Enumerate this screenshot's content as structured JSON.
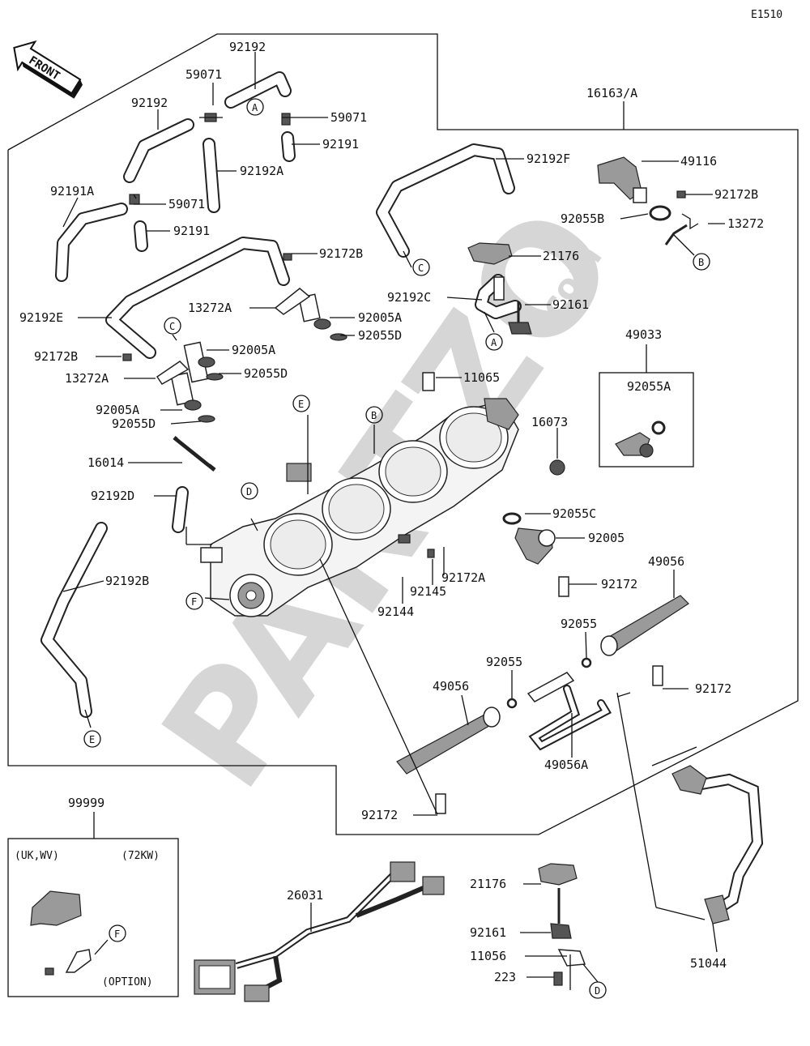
{
  "diagram_code": "E1510",
  "front_label": "FRONT",
  "watermark": {
    "main": "PARTZO",
    "suffix": ".com"
  },
  "parts": {
    "p92192_top": "92192",
    "p59071_a": "59071",
    "p92192_left": "92192",
    "p59071_b": "59071",
    "p92191_a": "92191",
    "p92192a": "92192A",
    "p92191a": "92191A",
    "p59071_c": "59071",
    "p92191_b": "92191",
    "p16163a": "16163/A",
    "p92192f": "92192F",
    "p49116": "49116",
    "p92172b_r": "92172B",
    "p92055b": "92055B",
    "p13272": "13272",
    "p21176_a": "21176",
    "p92192c": "92192C",
    "p92161_a": "92161",
    "p92172b_m": "92172B",
    "p13272a_a": "13272A",
    "p92005a_a": "92005A",
    "p92055d_a": "92055D",
    "p92192e": "92192E",
    "p92005a_b": "92005A",
    "p92172b_l": "92172B",
    "p92055d_b": "92055D",
    "p13272a_b": "13272A",
    "p49033": "49033",
    "p11065": "11065",
    "p92055a": "92055A",
    "p92005a_c": "92005A",
    "p92055d_c": "92055D",
    "p16073": "16073",
    "p16014": "16014",
    "p92192d": "92192D",
    "p92055c": "92055C",
    "p92005": "92005",
    "p49056_r": "49056",
    "p92192b": "92192B",
    "p92172a": "92172A",
    "p92145": "92145",
    "p92144": "92144",
    "p92172_a": "92172",
    "p92055_a": "92055",
    "p92055_b": "92055",
    "p49056_l": "49056",
    "p92172_b": "92172",
    "p49056a": "49056A",
    "p92172_c": "92172",
    "p99999": "99999",
    "p26031": "26031",
    "p21176_b": "21176",
    "p92161_b": "92161",
    "p11056": "11056",
    "p223": "223",
    "p51044": "51044"
  },
  "option_box": {
    "left": "(UK,WV)",
    "right": "(72KW)",
    "bottom": "(OPTION)"
  },
  "callouts": {
    "a": "A",
    "b": "B",
    "c": "C",
    "d": "D",
    "e": "E",
    "f": "F"
  }
}
